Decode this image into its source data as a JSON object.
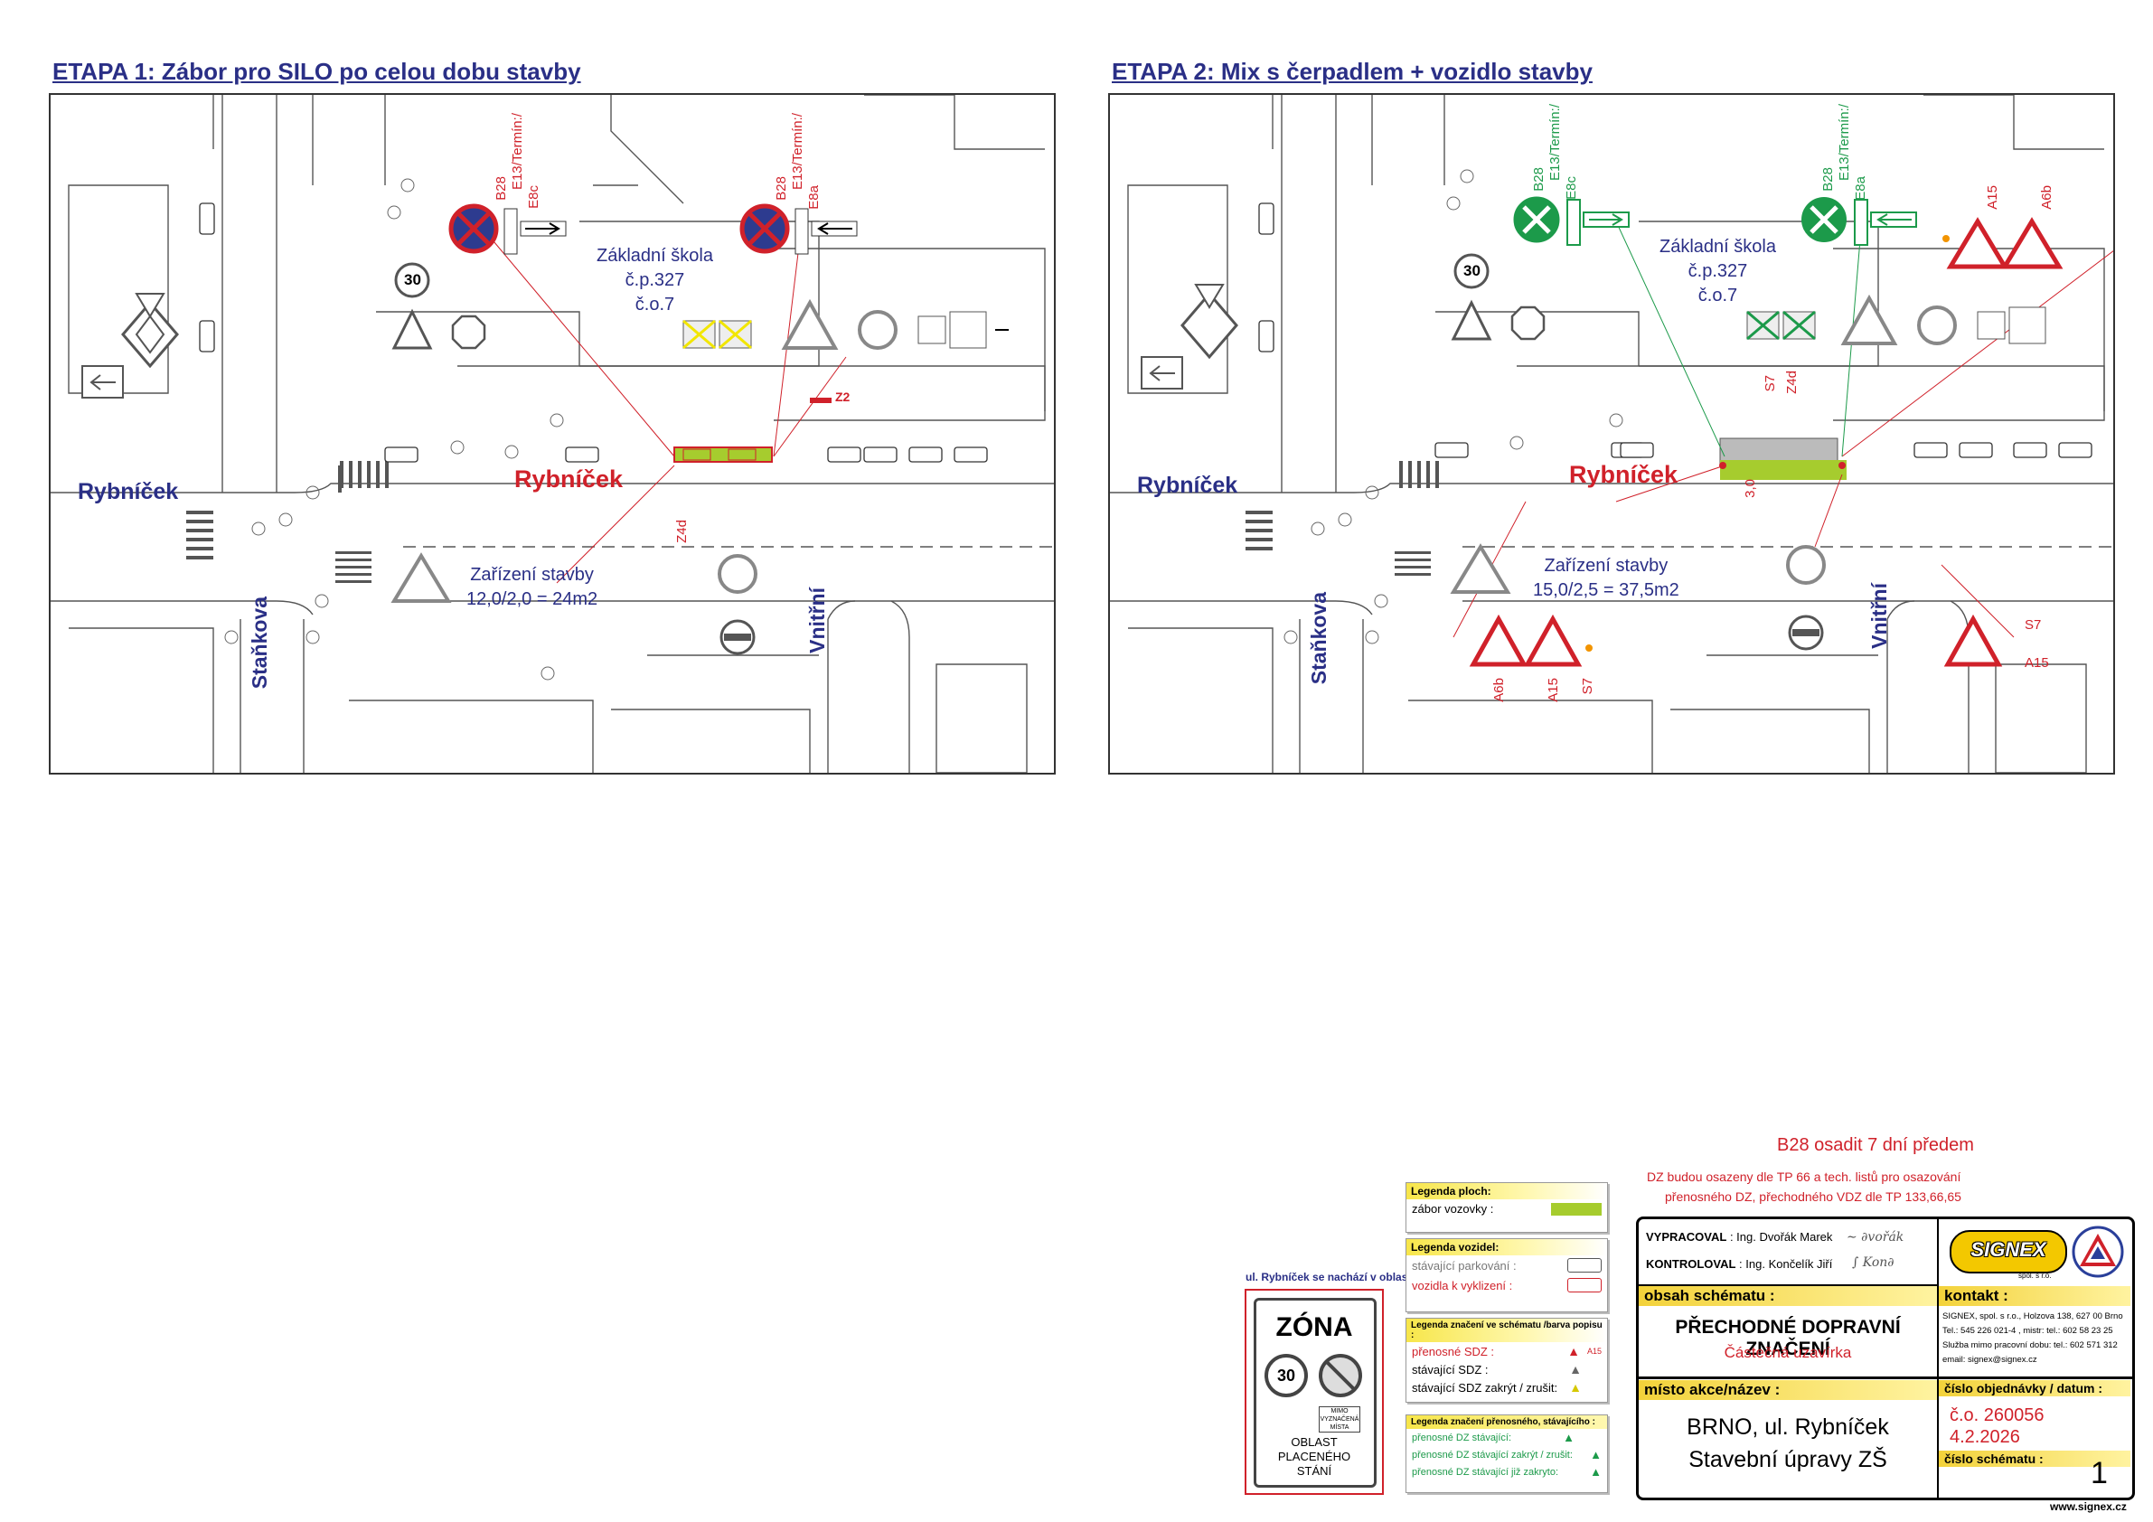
{
  "stage1": {
    "title": "ETAPA 1: Zábor pro SILO po celou dobu stavby",
    "street_main": "Rybníček",
    "street_left": "Rybníček",
    "street_stankova": "Staňkova",
    "street_vnitrni": "Vnitřní",
    "school": [
      "Základní škola",
      "č.p.327",
      "č.o.7"
    ],
    "zarizeni_label": "Zařízení stavby",
    "zarizeni_value": "12,0/2,0 = 24m2",
    "sign_labels": [
      "B28",
      "E13/Termín:/",
      "E8c",
      "B28",
      "E13/Termín:/",
      "E8a",
      "Z2",
      "Z4d"
    ],
    "speed": "30"
  },
  "stage2": {
    "title": "ETAPA 2: Mix s čerpadlem + vozidlo stavby",
    "street_main": "Rybníček",
    "street_left": "Rybníček",
    "street_stankova": "Staňkova",
    "street_vnitrni": "Vnitřní",
    "school": [
      "Základní škola",
      "č.p.327",
      "č.o.7"
    ],
    "zarizeni_label": "Zařízení stavby",
    "zarizeni_value": "15,0/2,5 = 37,5m2",
    "sign_labels": [
      "B28",
      "E13/Termín:/",
      "E8c",
      "B28",
      "E13/Termín:/",
      "E8a",
      "A15",
      "A6b",
      "S7",
      "Z4d",
      "3,0",
      "A6b",
      "A15",
      "S7",
      "S7",
      "A15"
    ],
    "speed": "30"
  },
  "notes": {
    "b28": "B28 osadit 7 dní předem",
    "tp_line1": "DZ budou osazeny dle TP 66 a tech. listů pro osazování",
    "tp_line2": "přenosného DZ, přechodného VDZ dle TP 133,66,65"
  },
  "zone": {
    "caption": "ul. Rybníček se nachází v oblasti:",
    "title": "ZÓNA",
    "speed": "30",
    "sub": "MIMO VYZNAČENÁ MÍSTA",
    "bottom": [
      "OBLAST",
      "PLACENÉHO",
      "STÁNÍ"
    ]
  },
  "legend": {
    "plochy_head": "Legenda ploch:",
    "plochy_row": "zábor vozovky :",
    "vozidel_head": "Legenda vozidel:",
    "vozidel_rows": [
      "stávající parkování :",
      "vozidla k vyklizení :"
    ],
    "znaceni_head": "Legenda značení ve schématu /barva popisu :",
    "znaceni_rows": [
      "přenosné  SDZ :",
      "stávající SDZ :",
      "stávající SDZ zakrýt / zrušit:"
    ],
    "znaceni_code": "A15",
    "prenos_head": "Legenda značení přenosného, stávajícího :",
    "prenos_rows": [
      "přenosné  DZ  stávající:",
      "přenosné  DZ  stávající  zakrýt / zrušit:",
      "přenosné  DZ  stávající již zakryto:"
    ],
    "colors": {
      "zabor": "#a6cc2e",
      "red": "#d0212a",
      "green": "#1c9a4a",
      "yellow": "#f2e600"
    }
  },
  "titleblock": {
    "vypracoval_label": "VYPRACOVAL",
    "vypracoval": ": Ing. Dvořák Marek",
    "kontroloval_label": "KONTROLOVAL",
    "kontroloval": ": Ing. Končelík Jiří",
    "logo": "SIGNEX",
    "logo_sub": "spol. s r.o.",
    "obsah_head": "obsah schématu :",
    "obsah_title": "PŘECHODNÉ DOPRAVNÍ ZNAČENÍ",
    "obsah_sub": "Částečná uzavírka",
    "kontakt_head": "kontakt :",
    "kontakt_lines": [
      "SIGNEX, spol. s r.o., Holzova 138, 627 00 Brno",
      "Tel.: 545 226 021-4 , mistr: tel.: 602 58 23 25",
      "Služba mimo pracovní dobu: tel.: 602 571 312",
      "email: signex@signex.cz"
    ],
    "misto_head": "místo  akce/název :",
    "misto_lines": [
      "BRNO, ul. Rybníček",
      "Stavební úpravy ZŠ"
    ],
    "objednavka_head": "číslo objednávky / datum :",
    "objednavka": "č.o. 260056",
    "datum": "4.2.2026",
    "schema_head": "číslo schématu :",
    "schema_no": "1",
    "web": "www.signex.cz"
  }
}
